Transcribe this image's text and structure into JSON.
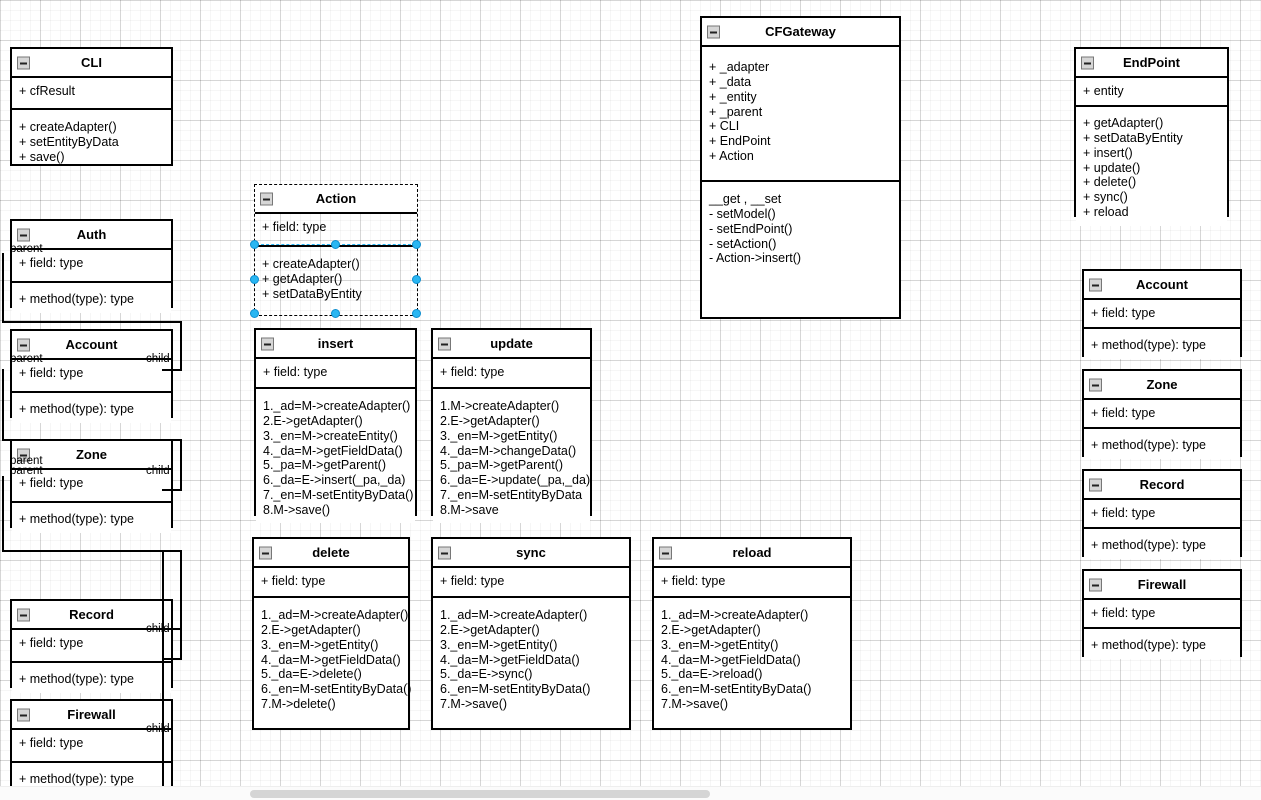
{
  "diagram": {
    "type": "uml-class-diagram",
    "icons": {
      "collapse": "minus-box-icon"
    },
    "edge_labels": {
      "parent": "parent",
      "child": "child"
    }
  },
  "classes": {
    "cli": {
      "name": "CLI",
      "attributes": [
        "+ cfResult"
      ],
      "methods": [
        "+ createAdapter()",
        "+ setEntityByData",
        "+ save()"
      ]
    },
    "cfgateway": {
      "name": "CFGateway",
      "attributes": [
        "+ _adapter",
        "+ _data",
        "+ _entity",
        "+ _parent",
        "+ CLI",
        "+ EndPoint",
        "+ Action"
      ],
      "methods": [
        "__get , __set",
        "- setModel()",
        "- setEndPoint()",
        "- setAction()",
        "- Action->insert()"
      ]
    },
    "endpoint": {
      "name": "EndPoint",
      "attributes": [
        "+  entity"
      ],
      "methods": [
        "+ getAdapter()",
        "+ setDataByEntity",
        "+ insert()",
        "+ update()",
        "+ delete()",
        "+ sync()",
        "+ reload"
      ]
    },
    "action": {
      "name": "Action",
      "attributes": [
        "+ field: type"
      ],
      "methods": [
        "+ createAdapter()",
        "+ getAdapter()",
        "+ setDataByEntity"
      ],
      "selected": true
    },
    "insert": {
      "name": "insert",
      "attributes": [
        "+ field: type"
      ],
      "methods": [
        "1._ad=M->createAdapter()",
        "2.E->getAdapter()",
        "3._en=M->createEntity()",
        "4._da=M->getFieldData()",
        "5._pa=M->getParent()",
        "6._da=E->insert(_pa,_da)",
        "7._en=M-setEntityByData()",
        "8.M->save()"
      ]
    },
    "update": {
      "name": "update",
      "attributes": [
        "+ field: type"
      ],
      "methods": [
        "1.M->createAdapter()",
        "2.E->getAdapter()",
        "3._en=M->getEntity()",
        "4._da=M->changeData()",
        "5._pa=M->getParent()",
        "6._da=E->update(_pa,_da)",
        "7._en=M-setEntityByData",
        "8.M->save"
      ]
    },
    "delete": {
      "name": "delete",
      "attributes": [
        "+ field: type"
      ],
      "methods": [
        "1._ad=M->createAdapter()",
        "2.E->getAdapter()",
        "3._en=M->getEntity()",
        "4._da=M->getFieldData()",
        "5._da=E->delete()",
        "6._en=M-setEntityByData()",
        "7.M->delete()"
      ]
    },
    "sync": {
      "name": "sync",
      "attributes": [
        "+ field: type"
      ],
      "methods": [
        "1._ad=M->createAdapter()",
        "2.E->getAdapter()",
        "3._en=M->getEntity()",
        "4._da=M->getFieldData()",
        "5._da=E->sync()",
        "6._en=M-setEntityByData()",
        "7.M->save()"
      ]
    },
    "reload": {
      "name": "reload",
      "attributes": [
        "+ field: type"
      ],
      "methods": [
        "1._ad=M->createAdapter()",
        "2.E->getAdapter()",
        "3._en=M->getEntity()",
        "4._da=M->getFieldData()",
        "5._da=E->reload()",
        "6._en=M-setEntityByData()",
        "7.M->save()"
      ]
    },
    "auth_left": {
      "name": "Auth",
      "attributes": [
        "+ field: type"
      ],
      "methods": [
        "+ method(type): type"
      ]
    },
    "account_left": {
      "name": "Account",
      "attributes": [
        "+ field: type"
      ],
      "methods": [
        "+ method(type): type"
      ]
    },
    "zone_left": {
      "name": "Zone",
      "attributes": [
        "+ field: type"
      ],
      "methods": [
        "+ method(type): type"
      ]
    },
    "record_left": {
      "name": "Record",
      "attributes": [
        "+ field: type"
      ],
      "methods": [
        "+ method(type): type"
      ]
    },
    "firewall_left": {
      "name": "Firewall",
      "attributes": [
        "+ field: type"
      ],
      "methods": [
        "+ method(type): type"
      ]
    },
    "account_right": {
      "name": "Account",
      "attributes": [
        "+ field: type"
      ],
      "methods": [
        "+ method(type): type"
      ]
    },
    "zone_right": {
      "name": "Zone",
      "attributes": [
        "+ field: type"
      ],
      "methods": [
        "+ method(type): type"
      ]
    },
    "record_right": {
      "name": "Record",
      "attributes": [
        "+ field: type"
      ],
      "methods": [
        "+ method(type): type"
      ]
    },
    "firewall_right": {
      "name": "Firewall",
      "attributes": [
        "+ field: type"
      ],
      "methods": [
        "+ method(type): type"
      ]
    }
  },
  "edge_labels_instances": {
    "auth_parent": "parent",
    "account_parent": "parent",
    "account_child": "child",
    "zone_parent_a": "parent",
    "zone_parent_b": "parent",
    "zone_child": "child",
    "record_child": "child",
    "firewall_child": "child"
  }
}
